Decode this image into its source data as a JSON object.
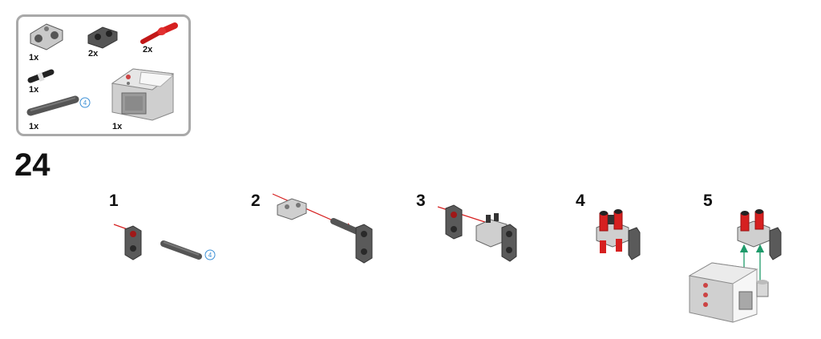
{
  "parts_list": {
    "items": [
      {
        "name": "beam-connector",
        "qty": "1x"
      },
      {
        "name": "dark-cross-block",
        "qty": "2x"
      },
      {
        "name": "red-pin-with-axle",
        "qty": "2x"
      },
      {
        "name": "black-bush-pin",
        "qty": "1x"
      },
      {
        "name": "axle-4",
        "qty": "1x",
        "length_callout": "4"
      },
      {
        "name": "ev3-touch-sensor",
        "qty": "1x"
      }
    ]
  },
  "main_step": "24",
  "substeps": [
    {
      "label": "1",
      "axle_callout": "4"
    },
    {
      "label": "2"
    },
    {
      "label": "3"
    },
    {
      "label": "4"
    },
    {
      "label": "5"
    }
  ],
  "colors": {
    "border": "#a9a9a9",
    "dark_gray": "#5a5a5a",
    "light_gray": "#c9c9c9",
    "red": "#d62020",
    "green_arrow": "#1e9a6a",
    "callout_blue": "#3a8fd6"
  }
}
